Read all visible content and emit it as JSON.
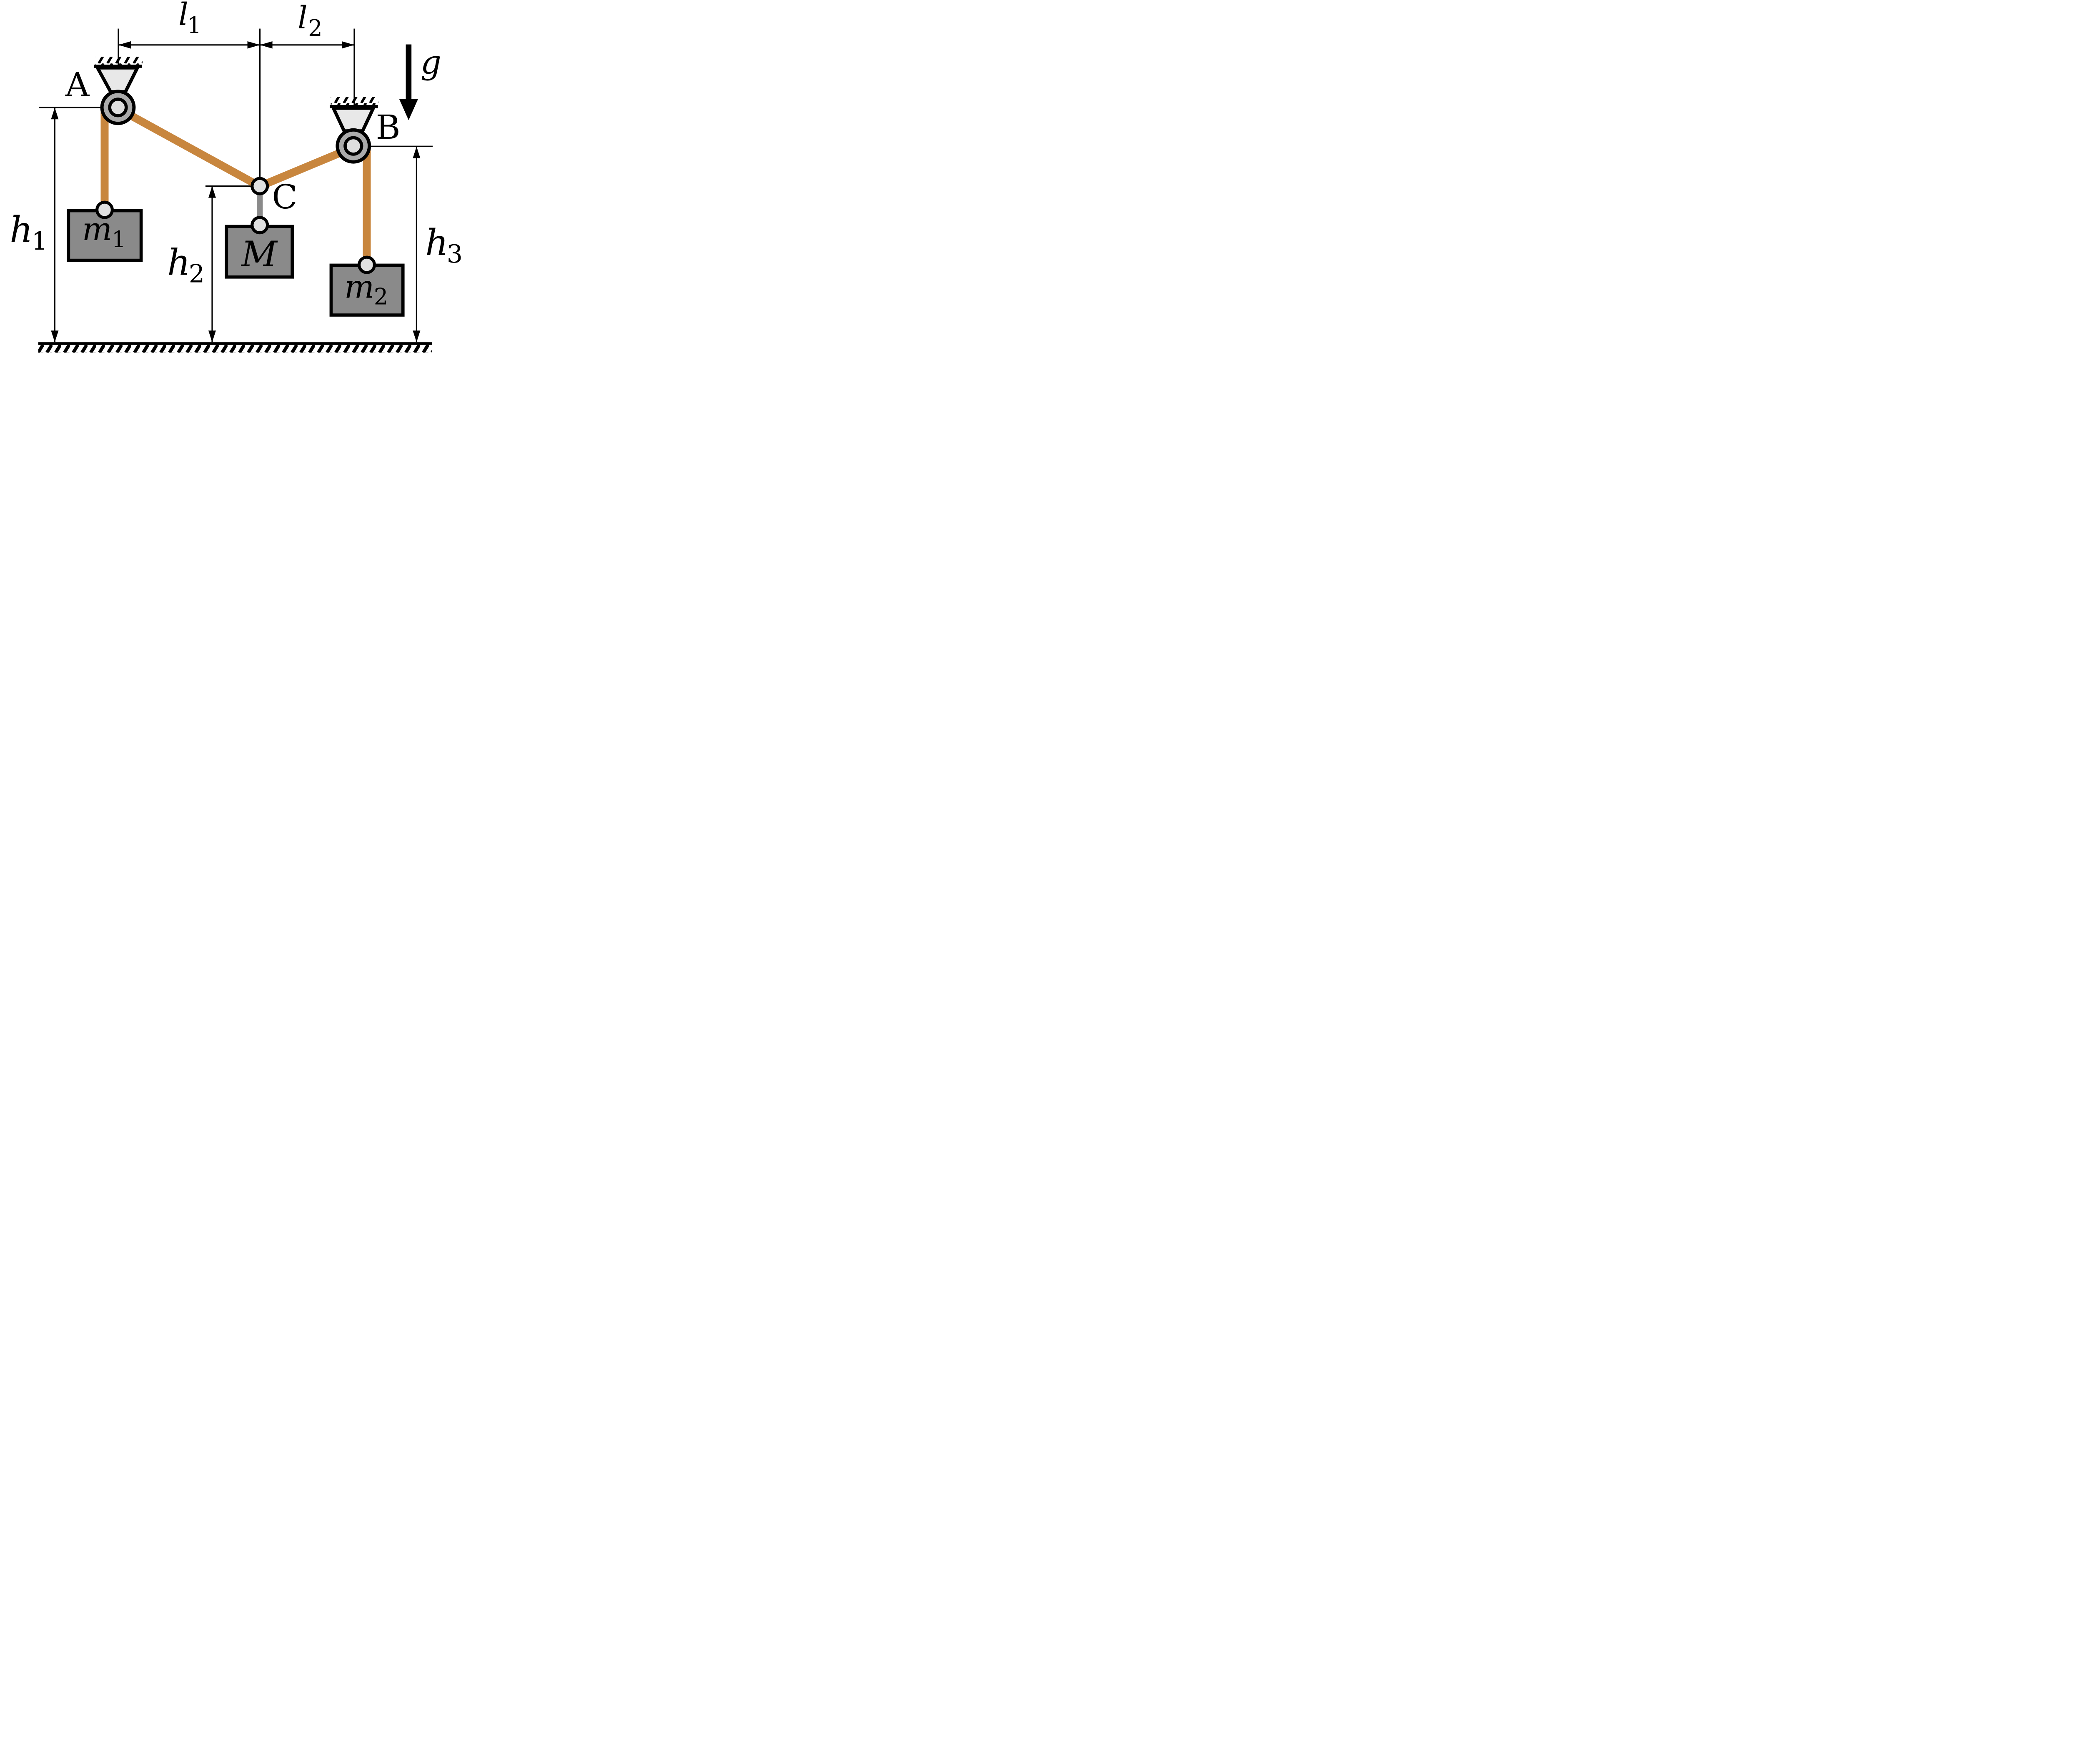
{
  "figure": {
    "kind": "physics-pulley-diagram",
    "description": "Two wall-mounted pulleys A and B with a rope carrying masses m1 and m2; rope joint C carries mass M above hatched ground; dimensions l1, l2, h1, h2, h3 and gravity g are annotated.",
    "background": "#ffffff"
  },
  "colors": {
    "rope": "#C8863E",
    "pulley_ring": "#ABABAB",
    "pulley_hub": "#DEDEDE",
    "support_fill": "#E8E8E8",
    "mass_fill": "#8A8A8A",
    "joint_fill": "#E0E0E0",
    "connector": "#8A8A8A",
    "line": "#000000"
  },
  "labels": {
    "pulley_a": "A",
    "pulley_b": "B",
    "joint_c": "C",
    "gravity": "g",
    "mass_m": "M",
    "mass_m1": {
      "base": "m",
      "sub": "1"
    },
    "mass_m2": {
      "base": "m",
      "sub": "2"
    },
    "length_l1": {
      "base": "l",
      "sub": "1"
    },
    "length_l2": {
      "base": "l",
      "sub": "2"
    },
    "height_h1": {
      "base": "h",
      "sub": "1"
    },
    "height_h2": {
      "base": "h",
      "sub": "2"
    },
    "height_h3": {
      "base": "h",
      "sub": "3"
    }
  }
}
